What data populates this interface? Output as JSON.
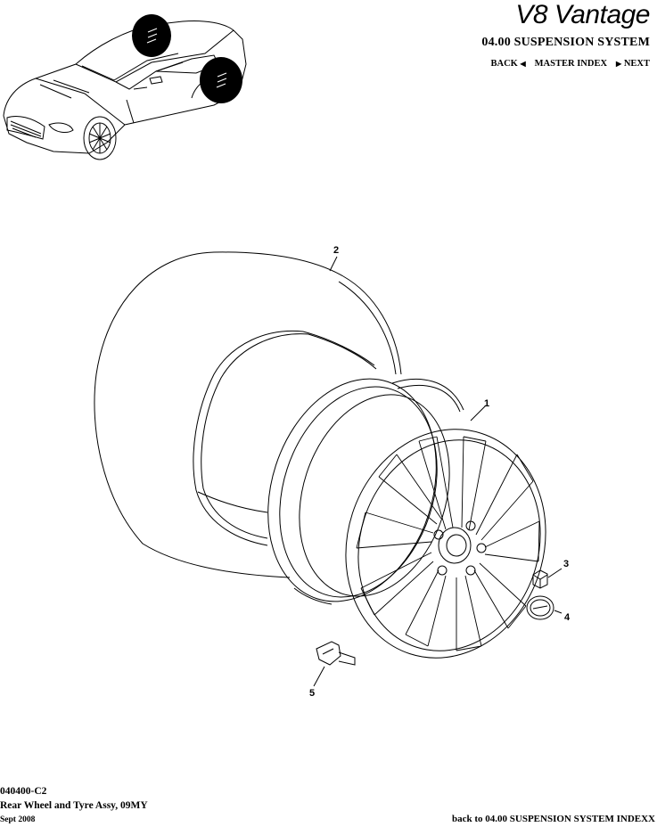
{
  "header": {
    "brand": "V8 Vantage",
    "section_title": "04.00 SUSPENSION SYSTEM",
    "nav": {
      "back": "BACK",
      "master_index": "MASTER INDEX",
      "next": "NEXT"
    }
  },
  "diagram": {
    "callouts": [
      "1",
      "2",
      "3",
      "4",
      "5"
    ]
  },
  "footer": {
    "code": "040400-C2",
    "description": "Rear Wheel and Tyre Assy, 09MY",
    "date": "Sept 2008",
    "back_link": "back to 04.00 SUSPENSION SYSTEM INDEXX"
  },
  "colors": {
    "line": "#000000",
    "background": "#ffffff"
  }
}
